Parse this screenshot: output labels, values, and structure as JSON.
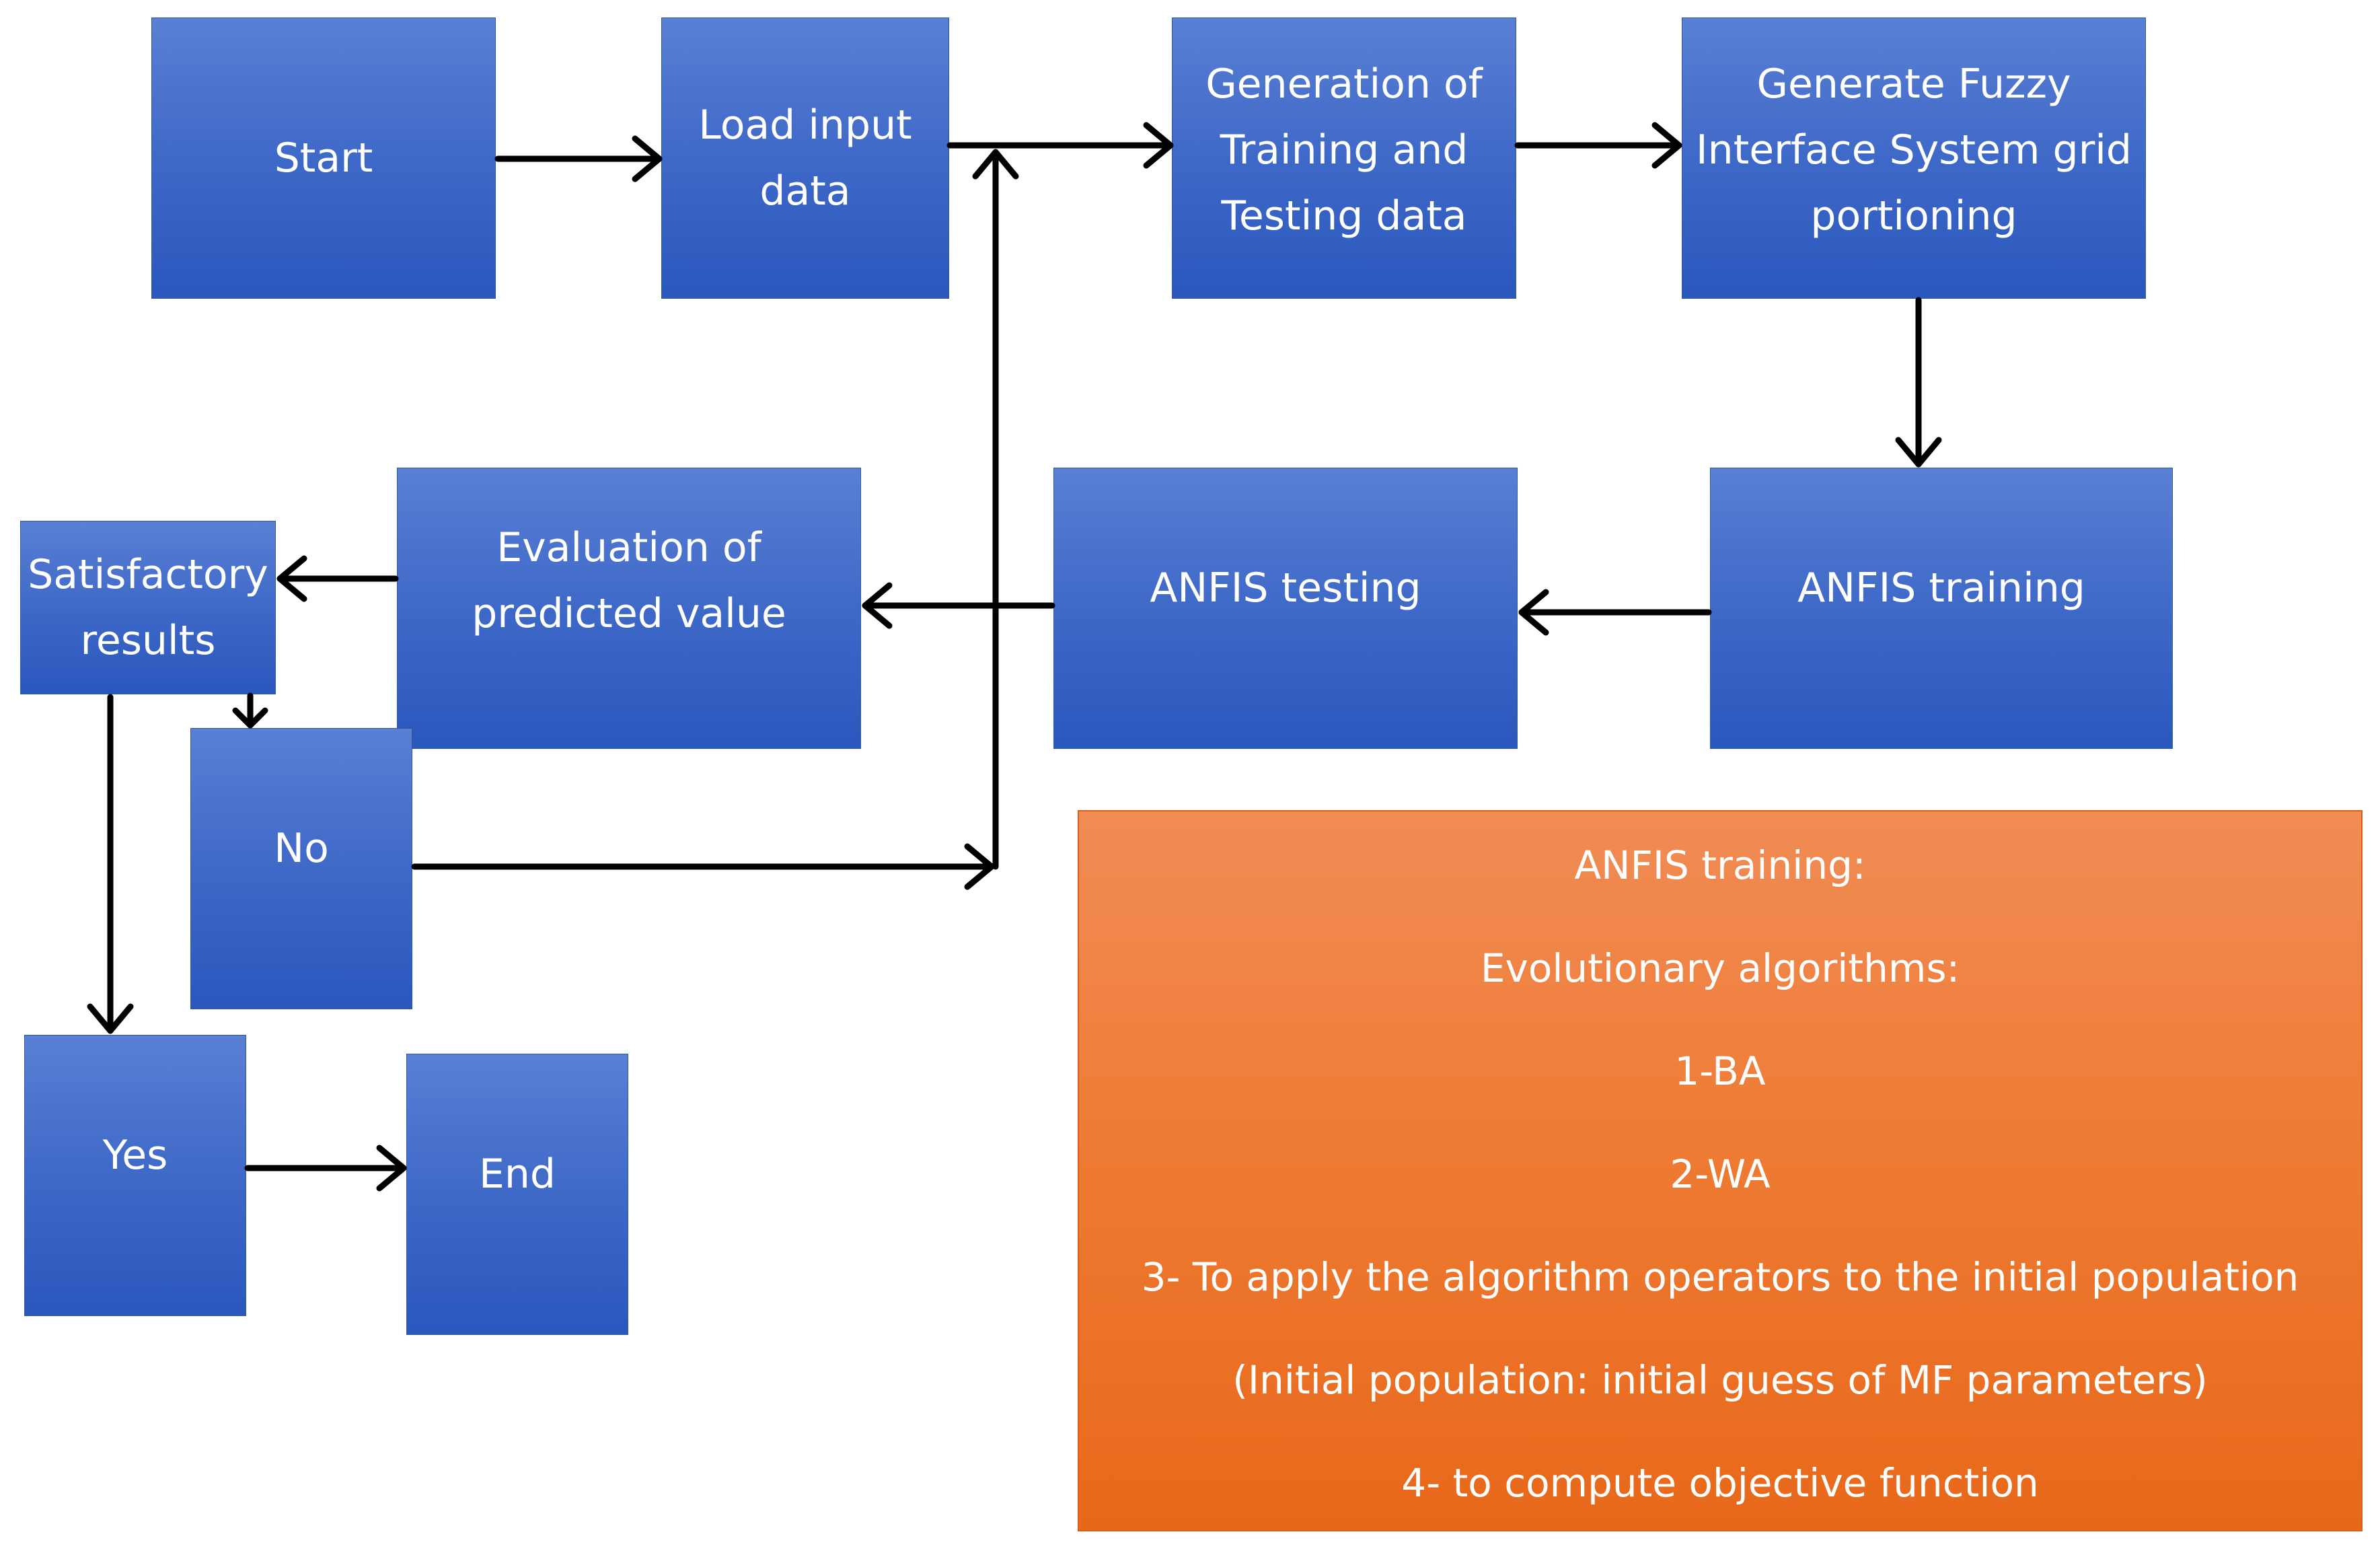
{
  "nodes": {
    "start": [
      "Start"
    ],
    "load": [
      "Load input",
      "data"
    ],
    "generation": [
      "Generation of",
      "Training and",
      "Testing data"
    ],
    "generate_fis": [
      "Generate Fuzzy",
      "Interface System grid",
      "portioning"
    ],
    "anfis_training": [
      "ANFIS training"
    ],
    "anfis_testing": [
      "ANFIS testing"
    ],
    "evaluation": [
      "Evaluation of",
      "predicted value"
    ],
    "satisfactory": [
      "Satisfactory",
      "results"
    ],
    "no": [
      "No"
    ],
    "yes": [
      "Yes"
    ],
    "end": [
      "End"
    ]
  },
  "note": {
    "title": "ANFIS training:",
    "lines": [
      "Evolutionary algorithms:",
      "1-BA",
      "2-WA",
      "3- To apply the algorithm operators to the initial population",
      "(Initial population: initial guess of MF parameters)",
      "4- to compute objective function"
    ]
  },
  "colors": {
    "box_blue": "#3f69c8",
    "note_orange": "#ee7a32",
    "arrow": "#000000"
  }
}
